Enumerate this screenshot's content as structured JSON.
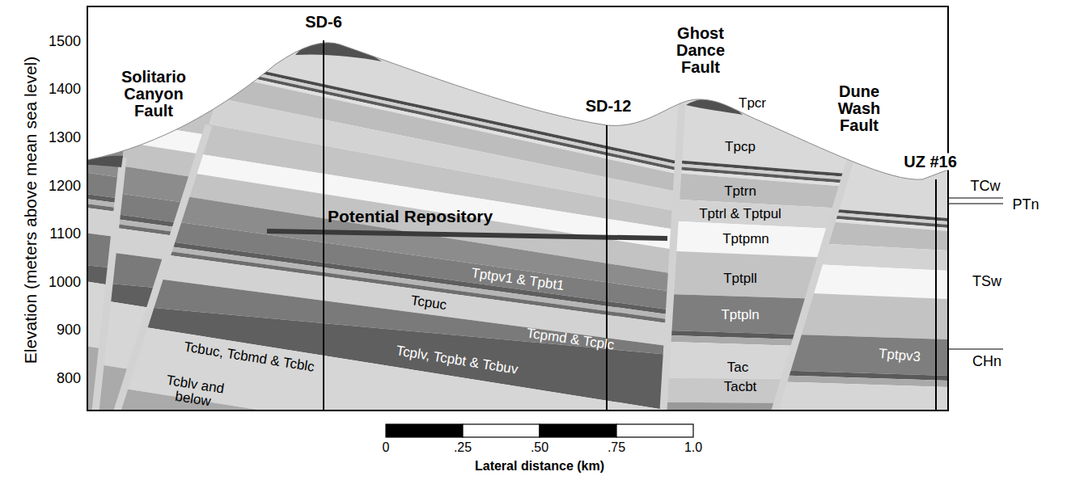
{
  "diagram": {
    "labels": [
      "Elevation (meters above mean sea level)",
      "1500",
      "1400",
      "1300",
      "1200",
      "1100",
      "1000",
      "900",
      "800",
      "SD-6",
      "Solitario Canyon Fault",
      "SD-12",
      "Ghost Dance Fault",
      "Dune Wash Fault",
      "UZ #16",
      "Tpcr",
      "Tpcp",
      "Tptrn",
      "Tptrl & Tptpul",
      "Tptpmn",
      "Potential Repository",
      "Tptpll",
      "Tptpln",
      "Tptpv1 & Tpbt1",
      "Tcpuc",
      "Tcpmd & Tcplc",
      "Tcplv, Tcpbt & Tcbuv",
      "Tcbuc, Tcbmd & Tcblc",
      "Tcblv and below",
      "Tac",
      "Tacbt",
      "Tptpv3",
      "TCw",
      "PTn",
      "TSw",
      "CHn",
      "0",
      ".25",
      ".50",
      ".75",
      "1.0",
      "Lateral distance (km)"
    ]
  }
}
